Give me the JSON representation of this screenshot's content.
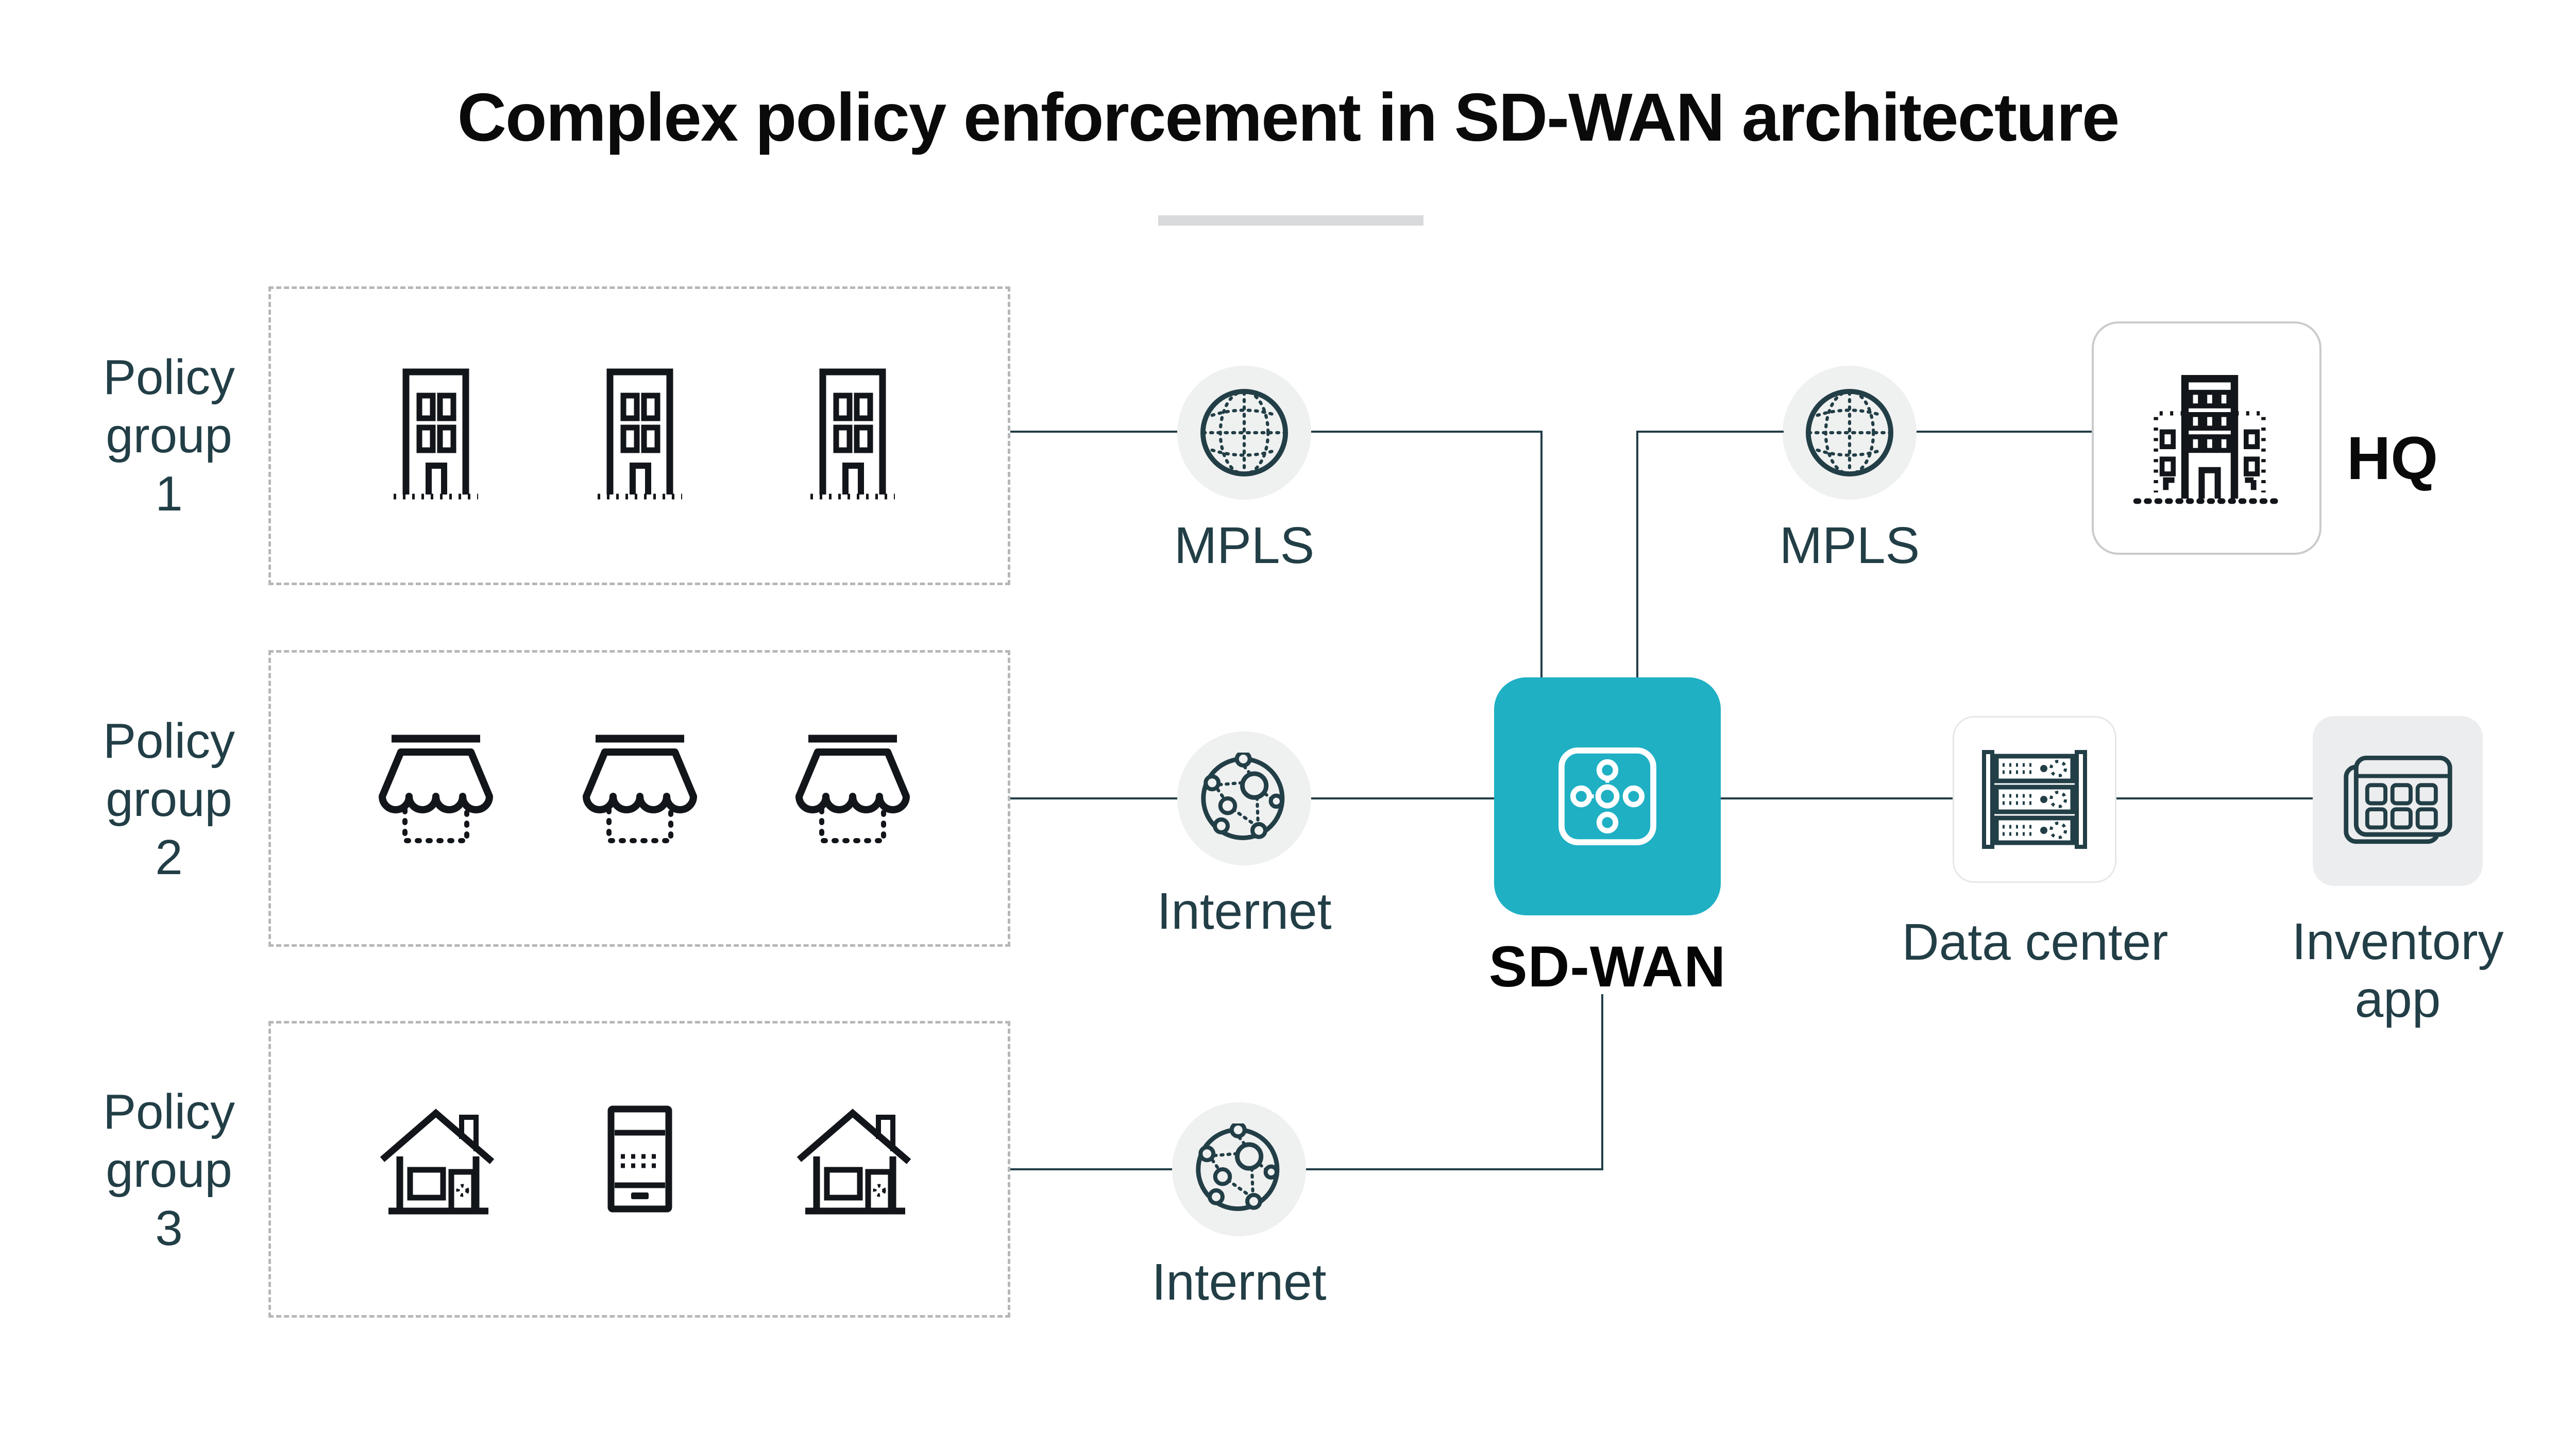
{
  "title": "Complex policy enforcement in SD-WAN architecture",
  "colors": {
    "accent_teal": "#1fb0c4",
    "connector_line": "#223e46",
    "label_text": "#223e46",
    "title_text": "#0a0a0a",
    "node_circle_bg": "#eff0f0",
    "inventory_card_bg": "#ecedee",
    "dashed_border": "#b5b7b8",
    "divider": "#d9dadb",
    "hq_card_border": "#c9cbcc",
    "datacenter_card_border": "#e6e7e8"
  },
  "policy_groups": [
    {
      "label": "Policy group 1",
      "icons": [
        "office-building-icon",
        "office-building-icon",
        "office-building-icon"
      ]
    },
    {
      "label": "Policy group 2",
      "icons": [
        "storefront-icon",
        "storefront-icon",
        "storefront-icon"
      ]
    },
    {
      "label": "Policy group 3",
      "icons": [
        "house-icon",
        "mobile-phone-icon",
        "house-icon"
      ]
    }
  ],
  "transports": [
    {
      "id": "mpls-1",
      "label": "MPLS",
      "icon": "globe-icon"
    },
    {
      "id": "internet-1",
      "label": "Internet",
      "icon": "network-icon"
    },
    {
      "id": "internet-2",
      "label": "Internet",
      "icon": "network-icon"
    },
    {
      "id": "mpls-2",
      "label": "MPLS",
      "icon": "globe-icon"
    }
  ],
  "hub": {
    "label": "SD-WAN",
    "icon": "sdwan-mesh-icon"
  },
  "destinations": [
    {
      "id": "hq",
      "label": "HQ",
      "icon": "hq-building-icon"
    },
    {
      "id": "data-center",
      "label": "Data center",
      "icon": "server-rack-icon"
    },
    {
      "id": "inventory-app",
      "label": "Inventory app",
      "icon": "app-grid-icon"
    }
  ]
}
